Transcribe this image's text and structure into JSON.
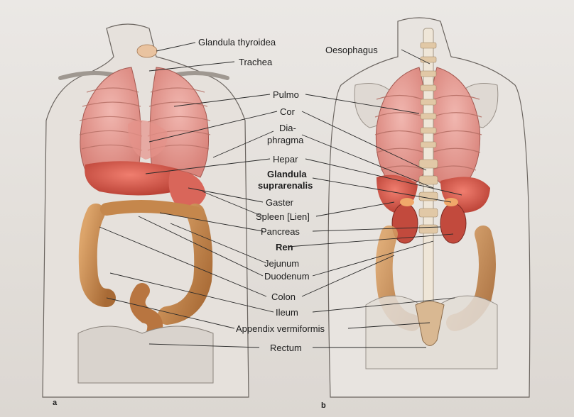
{
  "labels": {
    "glandula_thyroidea": "Glandula thyroidea",
    "trachea": "Trachea",
    "oesophagus": "Oesophagus",
    "pulmo": "Pulmo",
    "cor": "Cor",
    "diaphragma_1": "Dia-",
    "diaphragma_2": "phragma",
    "hepar": "Hepar",
    "glandula_suprarenalis_1": "Glandula",
    "glandula_suprarenalis_2": "suprarenalis",
    "gaster": "Gaster",
    "spleen": "Spleen [Lien]",
    "pancreas": "Pancreas",
    "ren": "Ren",
    "jejunum": "Jejunum",
    "duodenum": "Duodenum",
    "colon": "Colon",
    "ileum": "Ileum",
    "appendix": "Appendix vermiformis",
    "rectum": "Rectum"
  },
  "panels": {
    "a": "a",
    "b": "b"
  },
  "colors": {
    "lung": "#e7a6a0",
    "organ_red": "#cf4c3f",
    "intestine": "#c98a4f",
    "outline": "#5c5753",
    "leader": "#2a2a2a"
  }
}
